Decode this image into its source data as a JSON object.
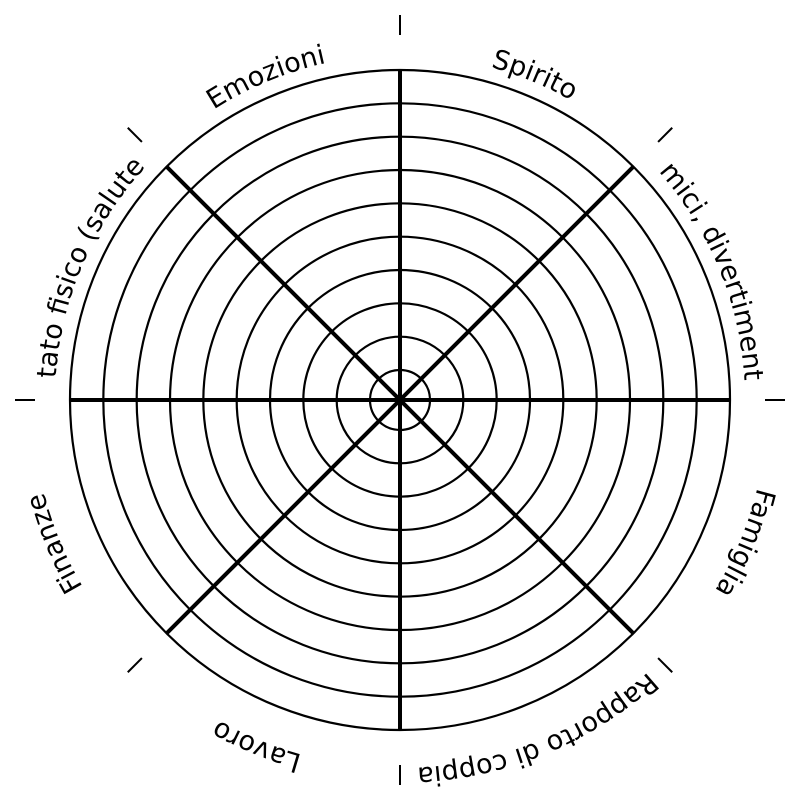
{
  "wheel": {
    "ring_count": 10,
    "sectors": [
      {
        "label": "Spirito"
      },
      {
        "label": "Amici, divertimento"
      },
      {
        "label": "Famiglia"
      },
      {
        "label": "Rapporto di coppia"
      },
      {
        "label": "Lavoro"
      },
      {
        "label": "Finanze"
      },
      {
        "label": "Stato fisico (salute)"
      },
      {
        "label": "Emozioni"
      }
    ]
  },
  "colors": {
    "line": "#000000",
    "background": "#ffffff"
  }
}
